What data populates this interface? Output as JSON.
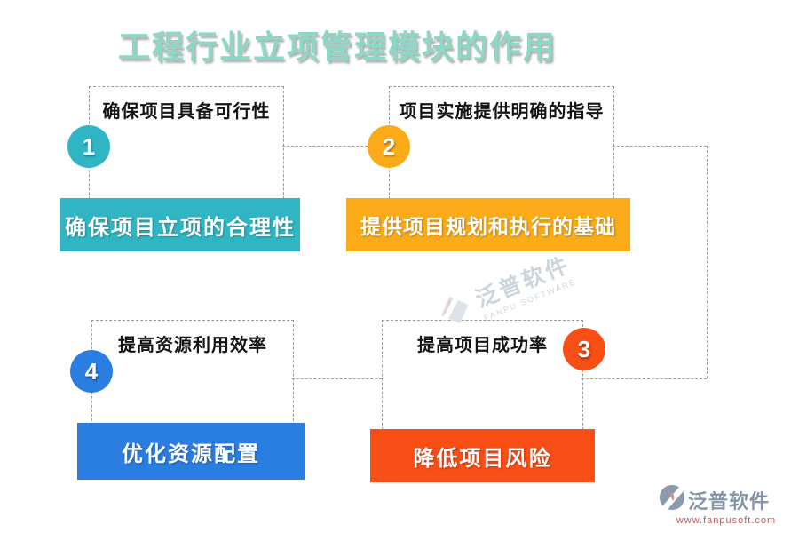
{
  "title": "工程行业立项管理模块的作用",
  "items": [
    {
      "number": "1",
      "heading": "确保项目具备可行性",
      "label": "确保项目立项的合理性",
      "color": "#2fb5c3"
    },
    {
      "number": "2",
      "heading": "项目实施提供明确的指导",
      "label": "提供项目规划和执行的基础",
      "color": "#fbab18"
    },
    {
      "number": "3",
      "heading": "提高项目成功率",
      "label": "降低项目风险",
      "color": "#f94e16"
    },
    {
      "number": "4",
      "heading": "提高资源利用效率",
      "label": "优化资源配置",
      "color": "#2a7de1"
    }
  ],
  "watermark": {
    "brand": "泛普软件",
    "brand_en": "FANPU SOFTWARE"
  },
  "footer": {
    "brand": "泛普软件",
    "website": "www.fanpusoft.com"
  },
  "colors": {
    "title": "#8bd8c7",
    "teal": "#2fb5c3",
    "amber": "#fbab18",
    "red": "#f94e16",
    "blue": "#2a7de1",
    "dashed_line": "#9a9a9a",
    "watermark_gray": "#ccd5dc",
    "footer_brand": "#8494a9",
    "footer_url": "#bf5a50"
  }
}
